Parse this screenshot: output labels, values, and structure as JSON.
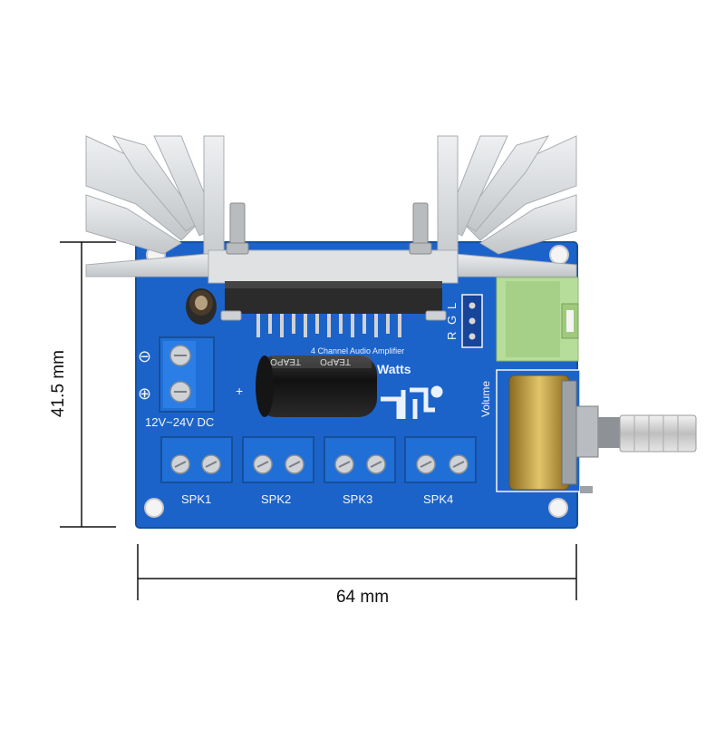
{
  "dimensions": {
    "width_label": "64 mm",
    "height_label": "41.5 mm"
  },
  "board": {
    "chip_title": "4 Channel Audio Amplifier",
    "watts_label": "Watts",
    "power_label": "12V~24V DC",
    "minus_symbol": "⊖",
    "plus_symbol": "⊕",
    "plus_sign": "+",
    "volume_label": "Volume",
    "rgl_labels": [
      "R",
      "G",
      "L"
    ],
    "capacitor_brand": "TEAPO",
    "speakers": [
      "SPK1",
      "SPK2",
      "SPK3",
      "SPK4"
    ]
  },
  "colors": {
    "pcb": "#1c63c9",
    "heatsink": "#d6d8da",
    "terminal": "#1f6fd6",
    "jack": "#b7dd9a",
    "capacitor": "#1a1a1a",
    "coil": "#c9a74a"
  }
}
